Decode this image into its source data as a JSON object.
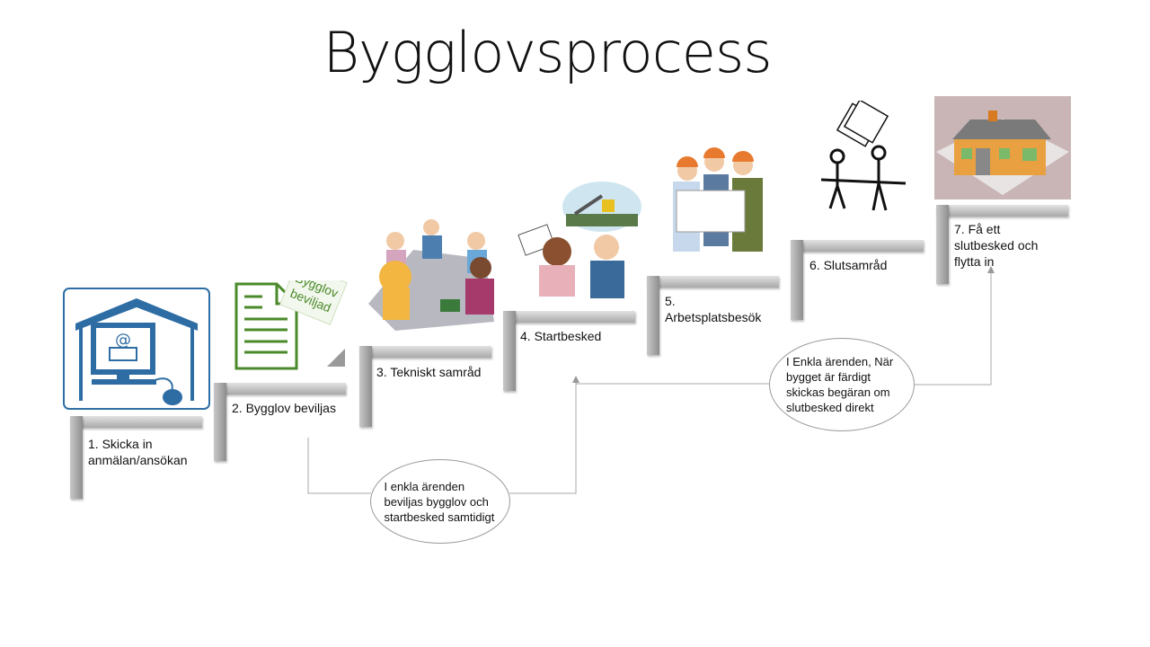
{
  "title": "Bygglovsprocess",
  "steps": [
    {
      "label": "1.  Skicka in anmälan/ansökan"
    },
    {
      "label": "2. Bygglov beviljas"
    },
    {
      "label": "3. Tekniskt samråd"
    },
    {
      "label": "4. Startbesked"
    },
    {
      "label": "5. Arbetsplatsbesök"
    },
    {
      "label": "6. Slutsamråd"
    },
    {
      "label": "7. Få ett slutbesked och flytta in"
    }
  ],
  "notes": [
    {
      "text": "I enkla ärenden beviljas bygglov och startbesked samtidigt"
    },
    {
      "text": "I Enkla ärenden, När bygget är färdigt skickas begäran om slutbesked direkt"
    }
  ],
  "stamp": {
    "text": "Bygglov beviljad"
  },
  "colors": {
    "blue": "#2e6da4",
    "green": "#4a8a2a",
    "bar": "#a9a9a9"
  }
}
